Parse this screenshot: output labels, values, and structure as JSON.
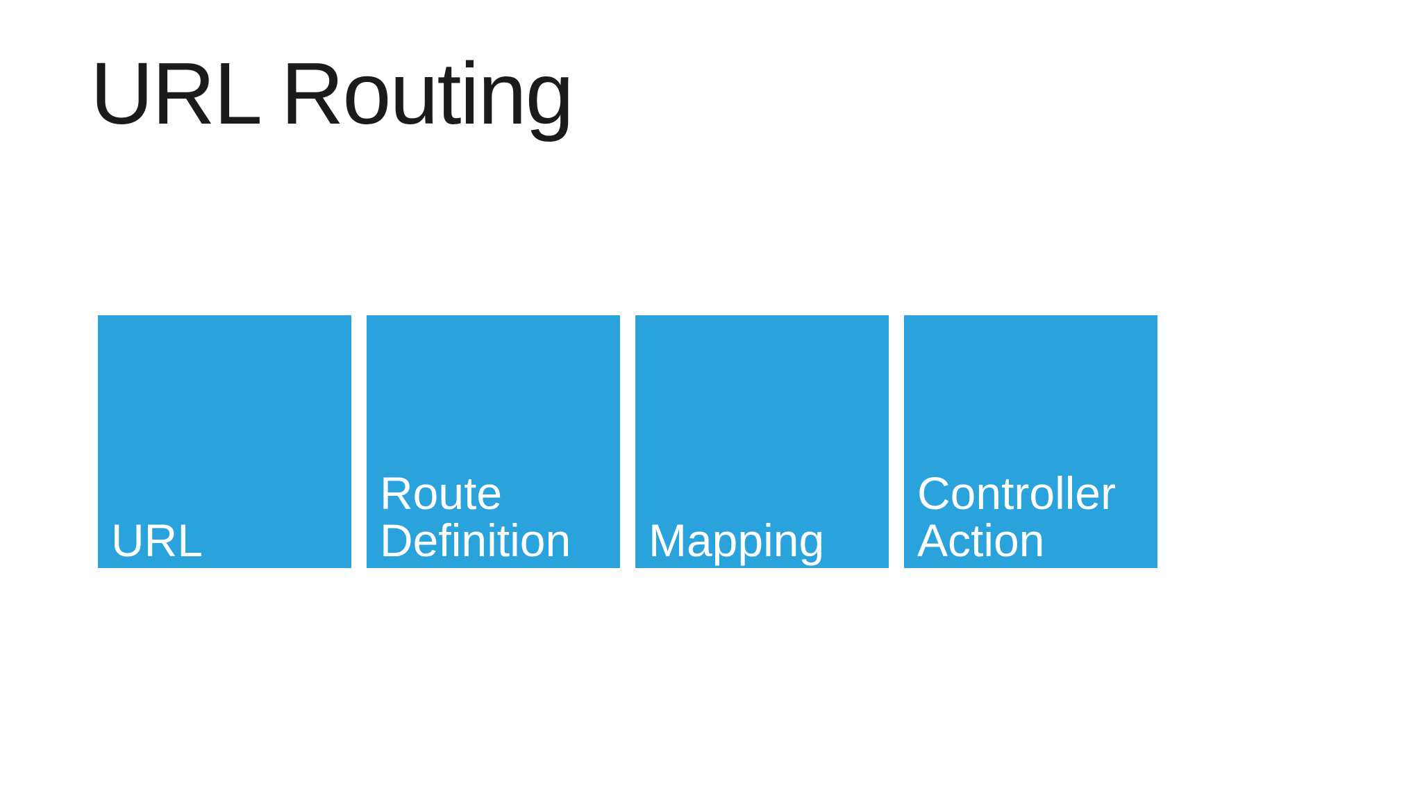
{
  "slide": {
    "title": "URL Routing",
    "colors": {
      "background": "#ffffff",
      "title_text": "#1b1b1b",
      "tile_fill": "#2aa2db",
      "tile_text": "#ffffff"
    },
    "tiles": [
      {
        "id": "url",
        "label": "URL",
        "lines": [
          "URL"
        ]
      },
      {
        "id": "route-definition",
        "label": "Route Definition",
        "lines": [
          "Route",
          "Definition"
        ]
      },
      {
        "id": "mapping",
        "label": "Mapping",
        "lines": [
          "Mapping"
        ]
      },
      {
        "id": "controller-action",
        "label": "Controller Action",
        "lines": [
          "Controller",
          "Action"
        ]
      }
    ]
  }
}
